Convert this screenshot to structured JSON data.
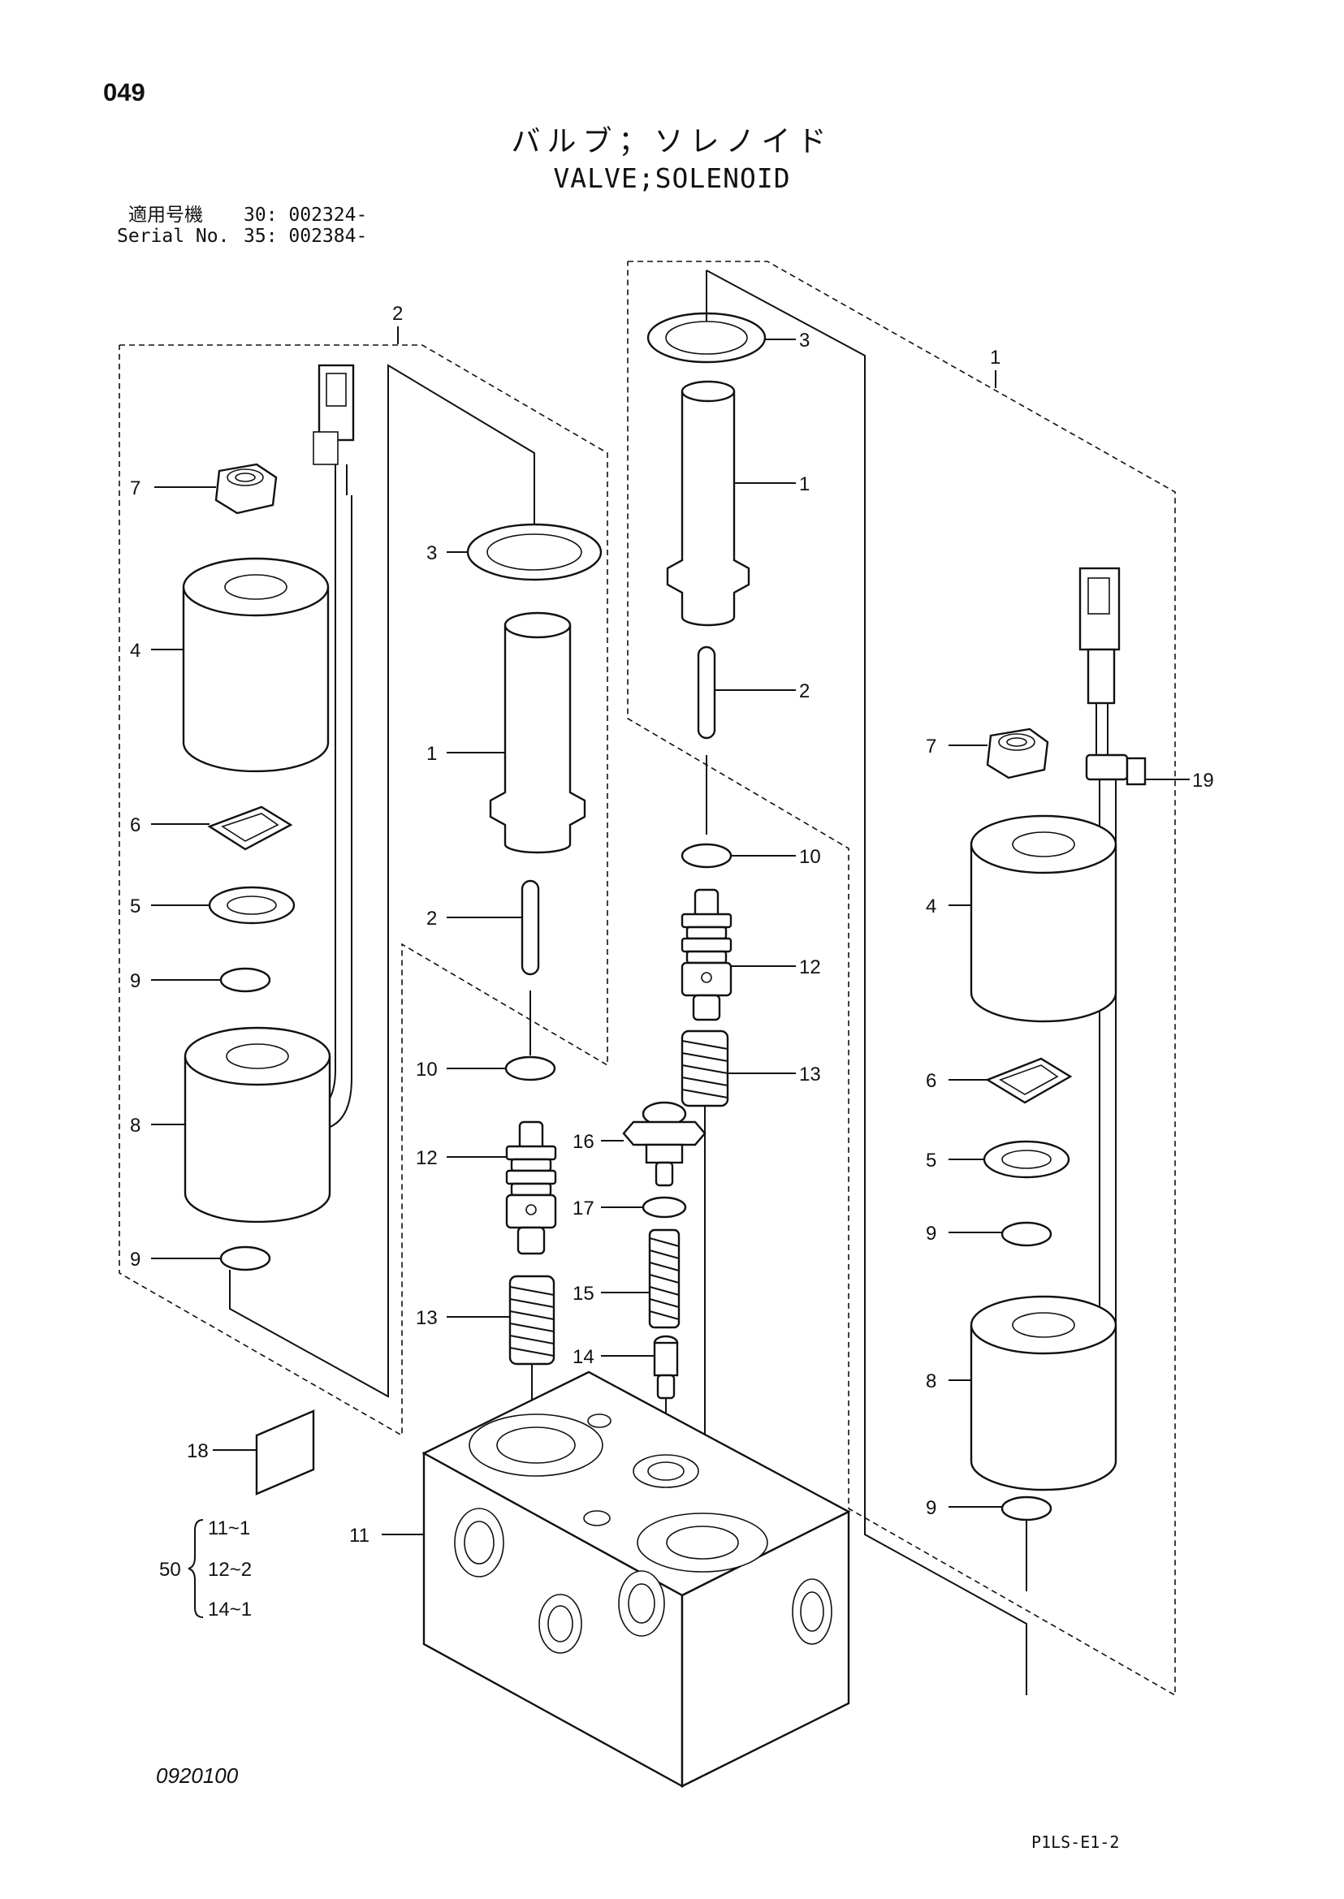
{
  "page_number": "049",
  "title_jp": "バルブ；ソレノイド",
  "title_en": "VALVE;SOLENOID",
  "serial": {
    "label_jp": "適用号機",
    "label_en": "Serial No.",
    "entries": [
      "30: 002324-",
      "35: 002384-"
    ]
  },
  "callouts": {
    "assembly_2": "2",
    "assembly_1": "1",
    "left": {
      "p7": "7",
      "p4": "4",
      "p6": "6",
      "p5": "5",
      "p9a": "9",
      "p8": "8",
      "p9b": "9",
      "p18": "18"
    },
    "center_left": {
      "p3": "3",
      "p1": "1",
      "p2": "2",
      "p10": "10",
      "p12": "12",
      "p13": "13",
      "p11": "11"
    },
    "center": {
      "p16": "16",
      "p17": "17",
      "p15": "15",
      "p14": "14"
    },
    "center_right": {
      "p3": "3",
      "p1": "1",
      "p2": "2",
      "p10": "10",
      "p12": "12",
      "p13": "13"
    },
    "right": {
      "p7": "7",
      "p19": "19",
      "p4": "4",
      "p6": "6",
      "p5": "5",
      "p9a": "9",
      "p8": "8",
      "p9b": "9"
    }
  },
  "kit": {
    "number": "50",
    "items": [
      "11~1",
      "12~2",
      "14~1"
    ]
  },
  "diagram_code": "0920100",
  "sheet_code": "P1LS-E1-2"
}
